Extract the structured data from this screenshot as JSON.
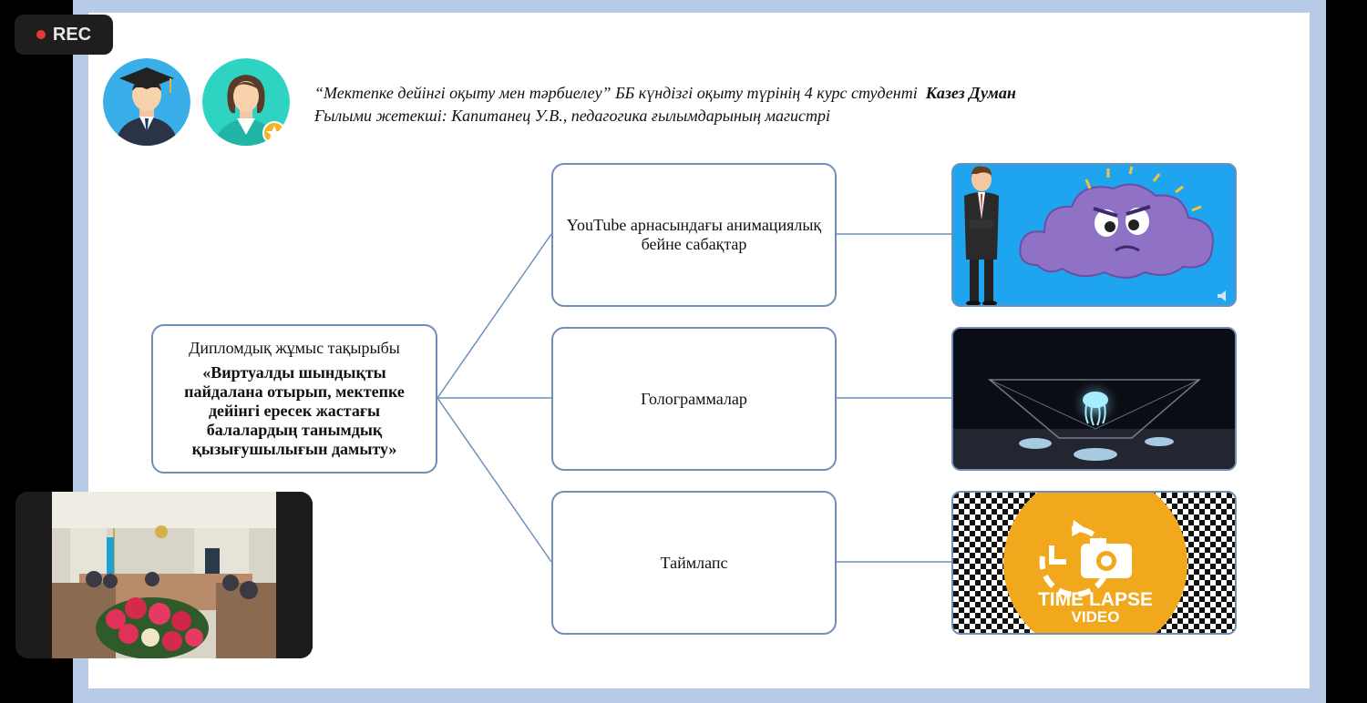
{
  "recording": {
    "label": "REC"
  },
  "header": {
    "line1_quote": "“Мектепке дейінгі оқыту мен тәрбиелеу” ББ күндізгі оқыту түрінің 4 курс студенті",
    "student_name": "Казез Думан",
    "line2": "Ғылыми жетекші:  Капитанец У.В., педагогика ғылымдарының магистрі"
  },
  "diagram": {
    "main": {
      "title": "Дипломдық жұмыс тақырыбы",
      "topic": "«Виртуалды шындықты пайдалана отырып, мектепке дейінгі ересек жастағы балалардың танымдық қызығушылығын дамыту»"
    },
    "items": [
      {
        "label": "YouTube арнасындағы анимациялық бейне сабақтар"
      },
      {
        "label": "Голограммалар"
      },
      {
        "label": "Таймлапс"
      }
    ]
  },
  "timelapse_logo": {
    "line1": "TIME LAPSE",
    "line2": "VIDEO"
  },
  "colors": {
    "accent_border": "#6f8fb8",
    "slide_frame": "#b8cbe6",
    "timelapse_orange": "#f2a81d",
    "rec_dot": "#e53935"
  }
}
